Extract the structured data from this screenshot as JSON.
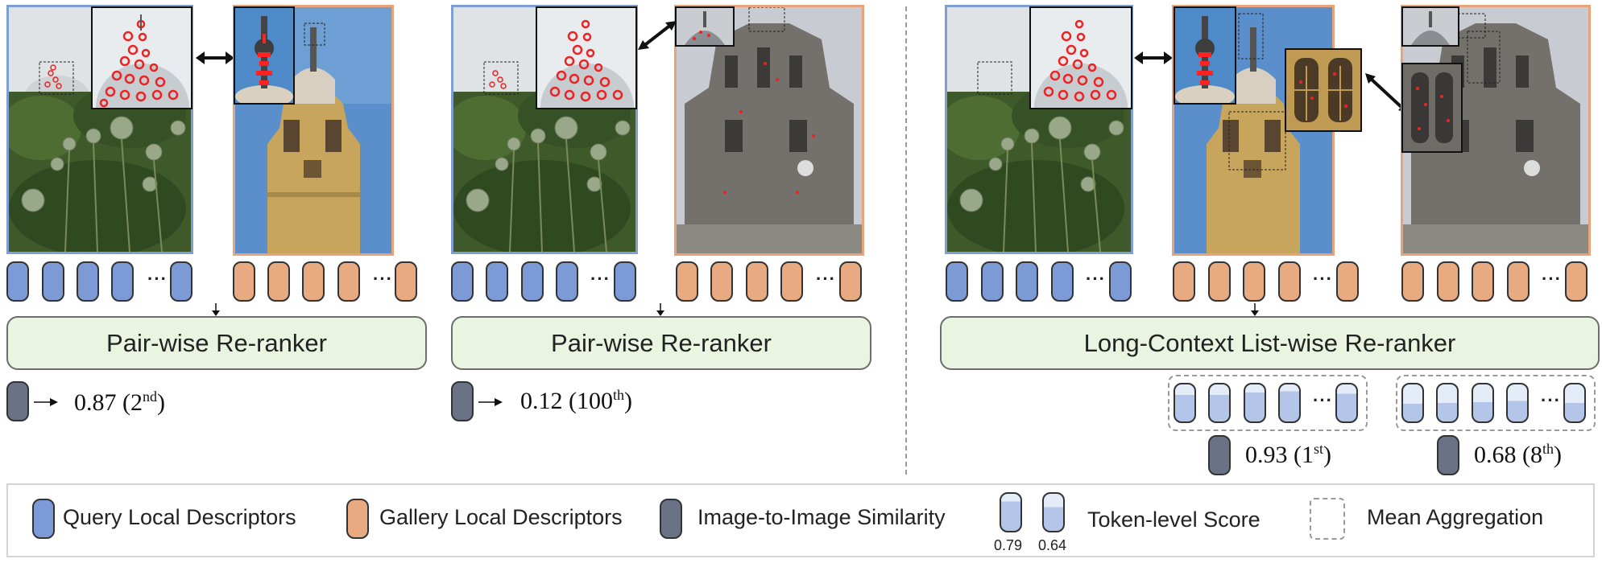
{
  "panels": [
    {
      "reranker_label": "Pair-wise Re-ranker",
      "score_value": "0.87 (2",
      "score_suffix": "nd",
      "score_close": ")"
    },
    {
      "reranker_label": "Pair-wise Re-ranker",
      "score_value": "0.12 (100",
      "score_suffix": "th",
      "score_close": ")"
    },
    {
      "reranker_label": "Long-Context List-wise Re-ranker",
      "scores": [
        {
          "value": "0.93 (1",
          "suffix": "st",
          "close": ")"
        },
        {
          "value": "0.68 (8",
          "suffix": "th",
          "close": ")"
        }
      ]
    }
  ],
  "legend": {
    "query": "Query Local Descriptors",
    "gallery": "Gallery Local Descriptors",
    "similarity": "Image-to-Image Similarity",
    "token_score": "Token-level Score",
    "token_example_values": [
      "0.79",
      "0.64"
    ],
    "token_example_fill": [
      0.79,
      0.64
    ],
    "mean": "Mean Aggregation"
  },
  "token_fill_left": [
    0.72,
    0.72,
    0.78,
    0.82,
    0.75
  ],
  "token_fill_right": [
    0.48,
    0.5,
    0.52,
    0.55,
    0.5
  ],
  "colors": {
    "query": "#7b9ad6",
    "gallery": "#e8aa80",
    "similarity": "#6a7386",
    "reranker_bg": "#e9f5e1"
  }
}
